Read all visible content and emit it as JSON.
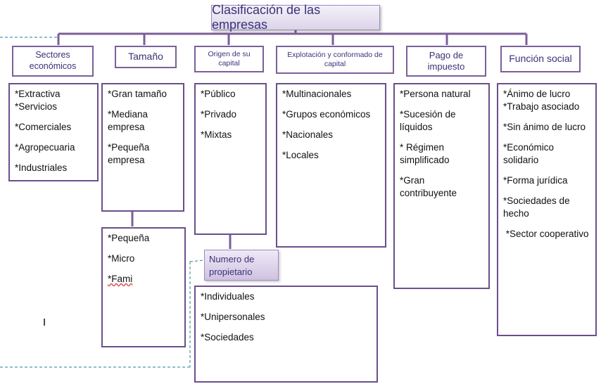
{
  "title": "Clasificación de las empresas",
  "categories": [
    {
      "id": "sectores",
      "header_lines": [
        "Sectores",
        "económicos"
      ],
      "items": [
        "*Extractiva\n*Servicios",
        "*Comerciales",
        "*Agropecuaria",
        "*Industriales"
      ]
    },
    {
      "id": "tamano",
      "header_lines": [
        "Tamaño"
      ],
      "items": [
        "*Gran tamaño",
        "*Mediana empresa",
        "*Pequeña empresa"
      ]
    },
    {
      "id": "origen",
      "header_lines": [
        "Origen de su",
        "capital"
      ],
      "items": [
        "*Público",
        "*Privado",
        "*Mixtas"
      ]
    },
    {
      "id": "explotacion",
      "header_lines": [
        "Explotación  y conformado de",
        "capital"
      ],
      "items": [
        "*Multinacionales",
        "*Grupos económicos",
        "*Nacionales",
        "*Locales"
      ]
    },
    {
      "id": "pago",
      "header_lines": [
        "Pago de",
        "impuesto"
      ],
      "items": [
        "*Persona natural",
        "*Sucesión de líquidos",
        "* Régimen simplificado",
        "*Gran contribuyente"
      ]
    },
    {
      "id": "funcion",
      "header_lines": [
        "Función social"
      ],
      "items": [
        "*Ánimo de lucro\n*Trabajo asociado",
        "*Sin ánimo de lucro",
        "*Económico solidario",
        "*Forma jurídica",
        "*Sociedades de hecho",
        " *Sector cooperativo"
      ]
    }
  ],
  "tamano_sub": {
    "items": [
      "*Pequeña",
      "*Micro",
      "*Fami"
    ]
  },
  "numero_propietario": {
    "header_lines": [
      "Numero de",
      "propietario"
    ],
    "items": [
      "*Individuales",
      "*Unipersonales",
      "*Sociedades"
    ]
  },
  "cursor": "I",
  "colors": {
    "connector": "#7b5f9a",
    "dashed": "#4a9aa6",
    "title_text": "#3a3278",
    "border": "#6a4f8b"
  }
}
